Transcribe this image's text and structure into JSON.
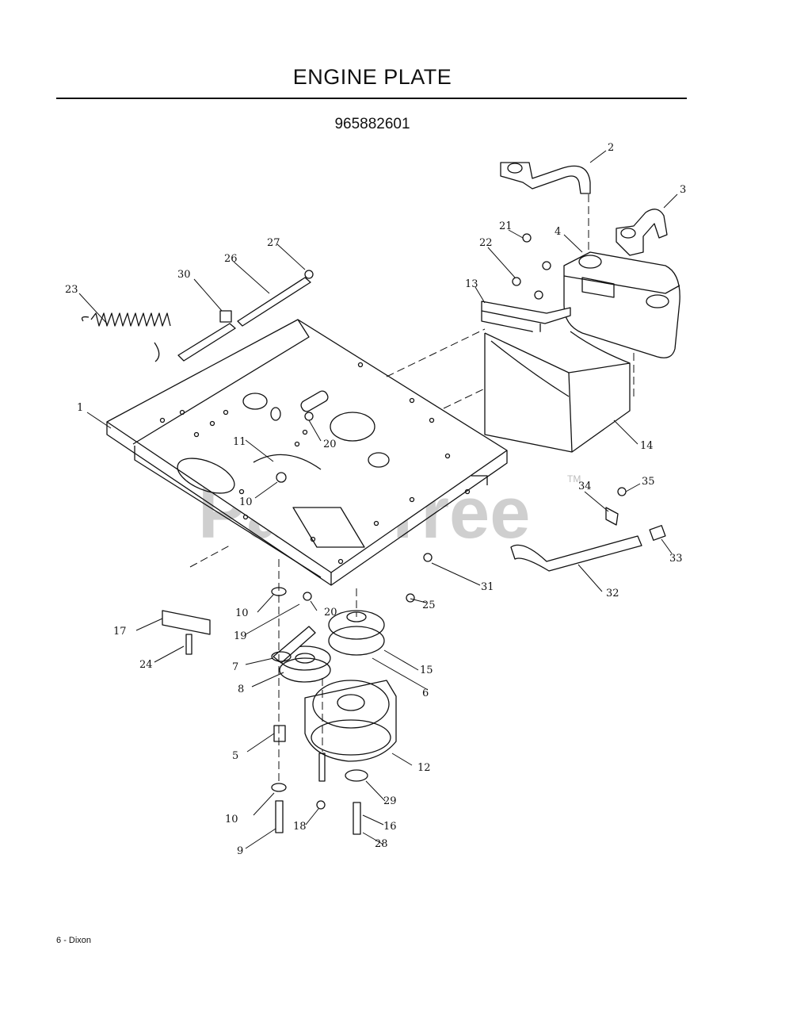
{
  "page": {
    "title": "ENGINE PLATE",
    "part_number": "965882601",
    "footer": {
      "page_number": "6",
      "separator": "-",
      "brand": "Dixon"
    }
  },
  "watermark": {
    "text": "PartsTree",
    "trademark": "TM"
  },
  "callouts": [
    "1",
    "2",
    "3",
    "4",
    "5",
    "6",
    "7",
    "8",
    "9",
    "10",
    "10",
    "10",
    "11",
    "12",
    "13",
    "14",
    "15",
    "16",
    "17",
    "18",
    "19",
    "20",
    "20",
    "21",
    "22",
    "23",
    "24",
    "25",
    "26",
    "27",
    "28",
    "29",
    "30",
    "31",
    "32",
    "33",
    "34",
    "35"
  ]
}
